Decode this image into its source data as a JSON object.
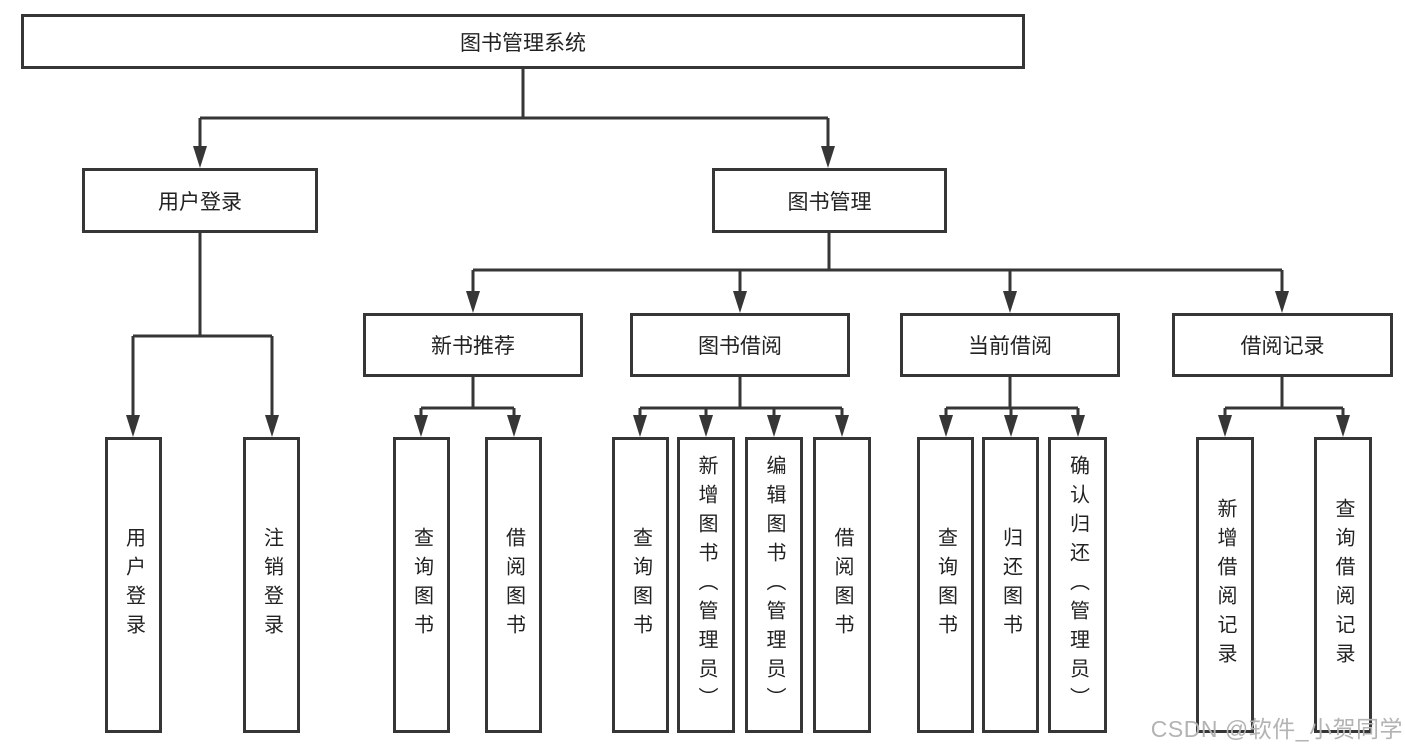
{
  "tree": {
    "label": "图书管理系统",
    "children": [
      {
        "label": "用户登录",
        "children": [
          {
            "label": "用户登录"
          },
          {
            "label": "注销登录"
          }
        ]
      },
      {
        "label": "图书管理",
        "children": [
          {
            "label": "新书推荐",
            "children": [
              {
                "label": "查询图书"
              },
              {
                "label": "借阅图书"
              }
            ]
          },
          {
            "label": "图书借阅",
            "children": [
              {
                "label": "查询图书"
              },
              {
                "label": "新增图书（管理员）"
              },
              {
                "label": "编辑图书（管理员）"
              },
              {
                "label": "借阅图书"
              }
            ]
          },
          {
            "label": "当前借阅",
            "children": [
              {
                "label": "查询图书"
              },
              {
                "label": "归还图书"
              },
              {
                "label": "确认归还（管理员）"
              }
            ]
          },
          {
            "label": "借阅记录",
            "children": [
              {
                "label": "新增借阅记录"
              },
              {
                "label": "查询借阅记录"
              }
            ]
          }
        ]
      }
    ]
  },
  "watermark": {
    "text": "CSDN @软件_小贺同学",
    "color": "#b3b3b3"
  },
  "colors": {
    "line": "#363636",
    "text": "#222222",
    "background": "#ffffff"
  }
}
